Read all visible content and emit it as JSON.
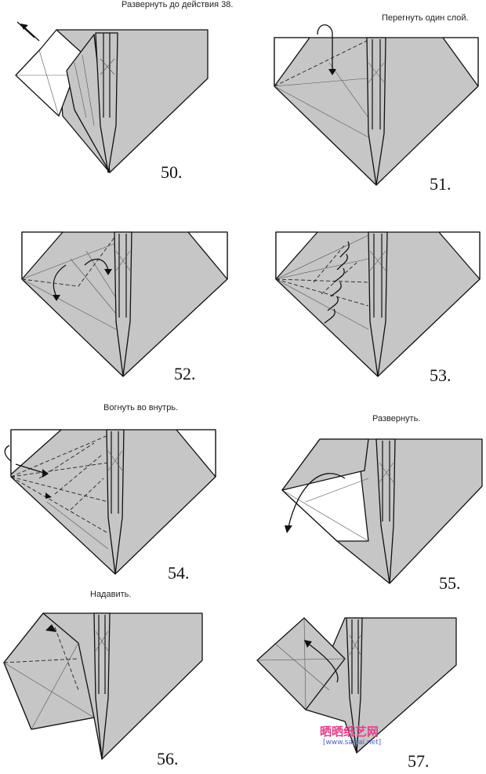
{
  "captions": {
    "c50": "Развернуть до действия 38.",
    "c51": "Перегнуть один слой.",
    "c54": "Вогнуть во внутрь.",
    "c55": "Развернуть.",
    "c56": "Надавить."
  },
  "steps": {
    "s50": "50.",
    "s51": "51.",
    "s52": "52.",
    "s53": "53.",
    "s54": "54.",
    "s55": "55.",
    "s56": "56.",
    "s57": "57."
  },
  "watermark": {
    "logo": "晒晒纸艺网",
    "url": "[www.saisai.net]",
    "color_a": "#e0418a",
    "color_b": "#4a5fd6"
  }
}
